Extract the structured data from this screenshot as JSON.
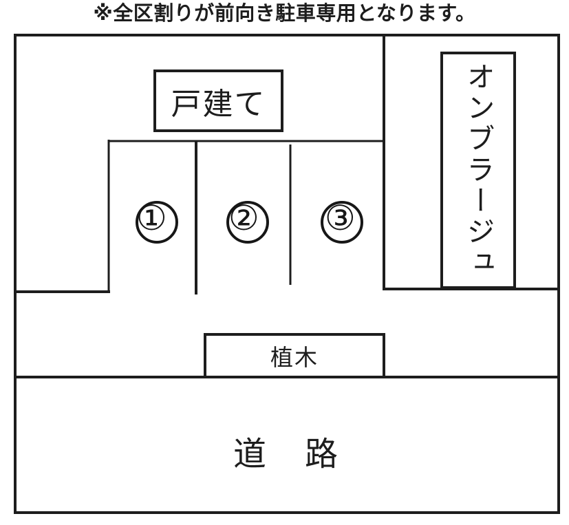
{
  "header": {
    "note": "※全区割りが前向き駐車専用となります。"
  },
  "plan": {
    "house_label": "戸建て",
    "building_label": "オンブラージュ",
    "planting_label": "植木",
    "road_label": "道　路",
    "stalls": [
      {
        "label": "①"
      },
      {
        "label": "②"
      },
      {
        "label": "③"
      }
    ],
    "colors": {
      "line": "#1d1d1d",
      "background": "#ffffff",
      "text": "#1d1d1d"
    }
  }
}
